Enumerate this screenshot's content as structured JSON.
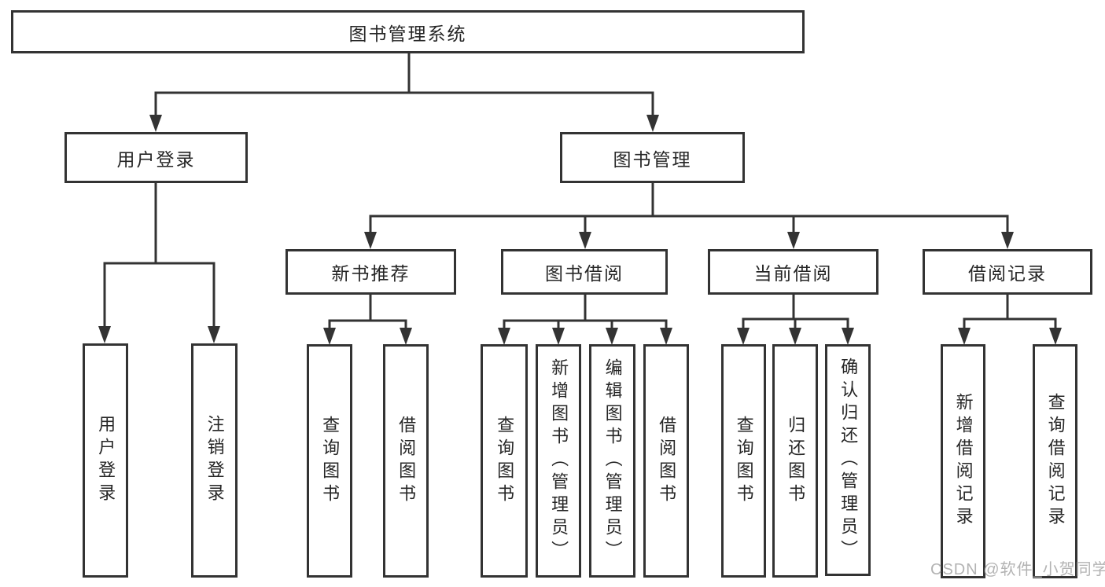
{
  "diagram": {
    "title": "图书管理系统",
    "root": {
      "label": "图书管理系统"
    },
    "level2": [
      {
        "label": "用户登录"
      },
      {
        "label": "图书管理"
      }
    ],
    "level3": [
      {
        "label": "新书推荐"
      },
      {
        "label": "图书借阅"
      },
      {
        "label": "当前借阅"
      },
      {
        "label": "借阅记录"
      }
    ],
    "leaves": {
      "user_login": [
        {
          "label": "用户登录"
        },
        {
          "label": "注销登录"
        }
      ],
      "new_book": [
        {
          "label": "查询图书"
        },
        {
          "label": "借阅图书"
        }
      ],
      "book_borrow": [
        {
          "label": "查询图书"
        },
        {
          "label": "新增图书（管理员）"
        },
        {
          "label": "编辑图书（管理员）"
        },
        {
          "label": "借阅图书"
        }
      ],
      "current_borrow": [
        {
          "label": "查询图书"
        },
        {
          "label": "归还图书"
        },
        {
          "label": "确认归还（管理员）"
        }
      ],
      "borrow_record": [
        {
          "label": "新增借阅记录"
        },
        {
          "label": "查询借阅记录"
        }
      ]
    },
    "watermark": "CSDN @软件_小贺同学",
    "colors": {
      "line": "#333333",
      "box_border": "#333333",
      "box_fill": "#ffffff",
      "text": "#262626",
      "watermark": "#b3b3b3",
      "background": "#ffffff"
    }
  }
}
